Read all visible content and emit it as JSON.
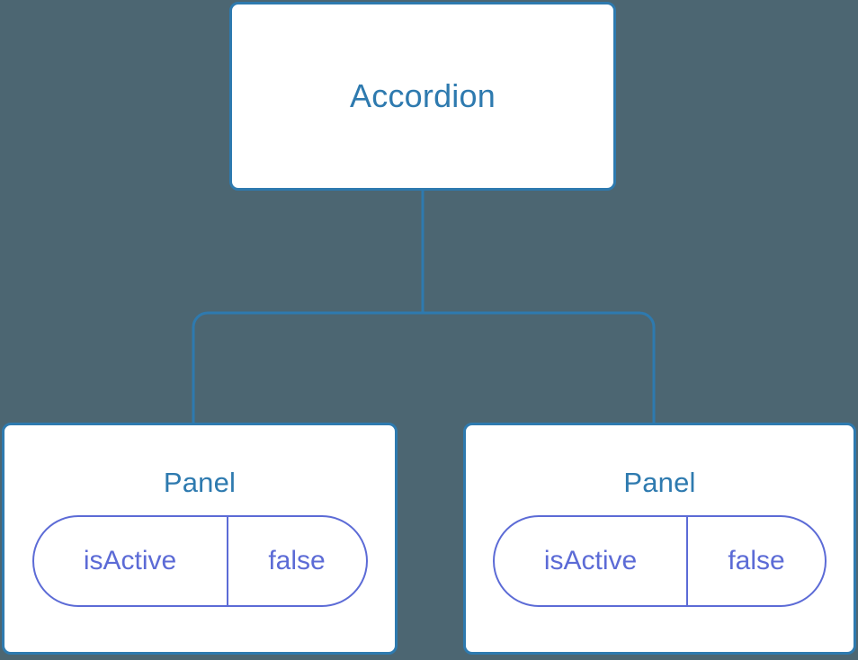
{
  "diagram": {
    "type": "component-tree",
    "background_color": "#4c6672",
    "node_border_color": "#2e7aaf",
    "node_fill_color": "#ffffff",
    "title_color": "#2e7aaf",
    "edge_color": "#2e7aaf",
    "pill_color": "#5c6bd6"
  },
  "root": {
    "label": "Accordion"
  },
  "children": [
    {
      "label": "Panel",
      "props": [
        {
          "key": "isActive",
          "value": "false"
        }
      ]
    },
    {
      "label": "Panel",
      "props": [
        {
          "key": "isActive",
          "value": "false"
        }
      ]
    }
  ]
}
